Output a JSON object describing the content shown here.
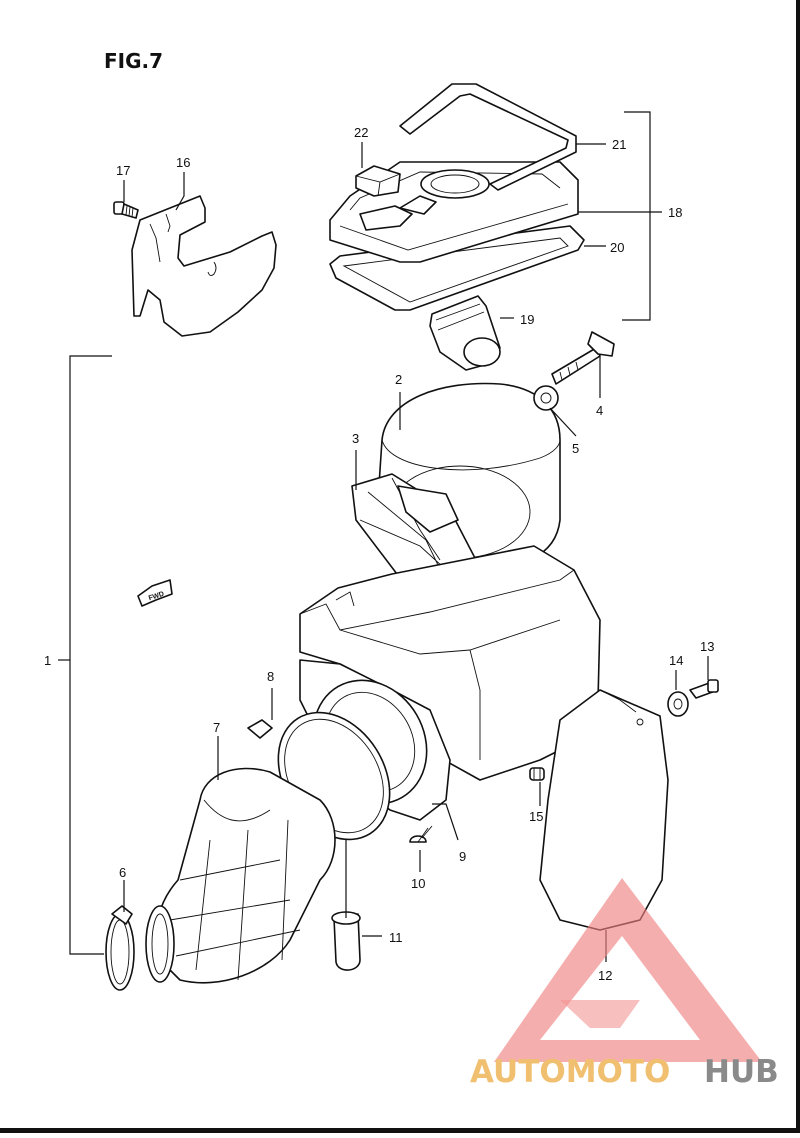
{
  "figure": {
    "title": "FIG.7"
  },
  "fwd_label": "FWD",
  "callouts": [
    {
      "id": "c1",
      "text": "1"
    },
    {
      "id": "c2",
      "text": "2"
    },
    {
      "id": "c3",
      "text": "3"
    },
    {
      "id": "c4",
      "text": "4"
    },
    {
      "id": "c5",
      "text": "5"
    },
    {
      "id": "c6",
      "text": "6"
    },
    {
      "id": "c7",
      "text": "7"
    },
    {
      "id": "c8",
      "text": "8"
    },
    {
      "id": "c9",
      "text": "9"
    },
    {
      "id": "c10",
      "text": "10"
    },
    {
      "id": "c11",
      "text": "11"
    },
    {
      "id": "c12",
      "text": "12"
    },
    {
      "id": "c13",
      "text": "13"
    },
    {
      "id": "c14",
      "text": "14"
    },
    {
      "id": "c15",
      "text": "15"
    },
    {
      "id": "c16",
      "text": "16"
    },
    {
      "id": "c17",
      "text": "17"
    },
    {
      "id": "c18",
      "text": "18"
    },
    {
      "id": "c19",
      "text": "19"
    },
    {
      "id": "c20",
      "text": "20"
    },
    {
      "id": "c21",
      "text": "21"
    },
    {
      "id": "c22",
      "text": "22"
    }
  ],
  "watermark": {
    "text_part1": "AUTOMOTO",
    "text_part2": "HUB",
    "colors": {
      "part1": "#f0c070",
      "part2": "#8a8a8a",
      "logo": "#f08080"
    }
  }
}
